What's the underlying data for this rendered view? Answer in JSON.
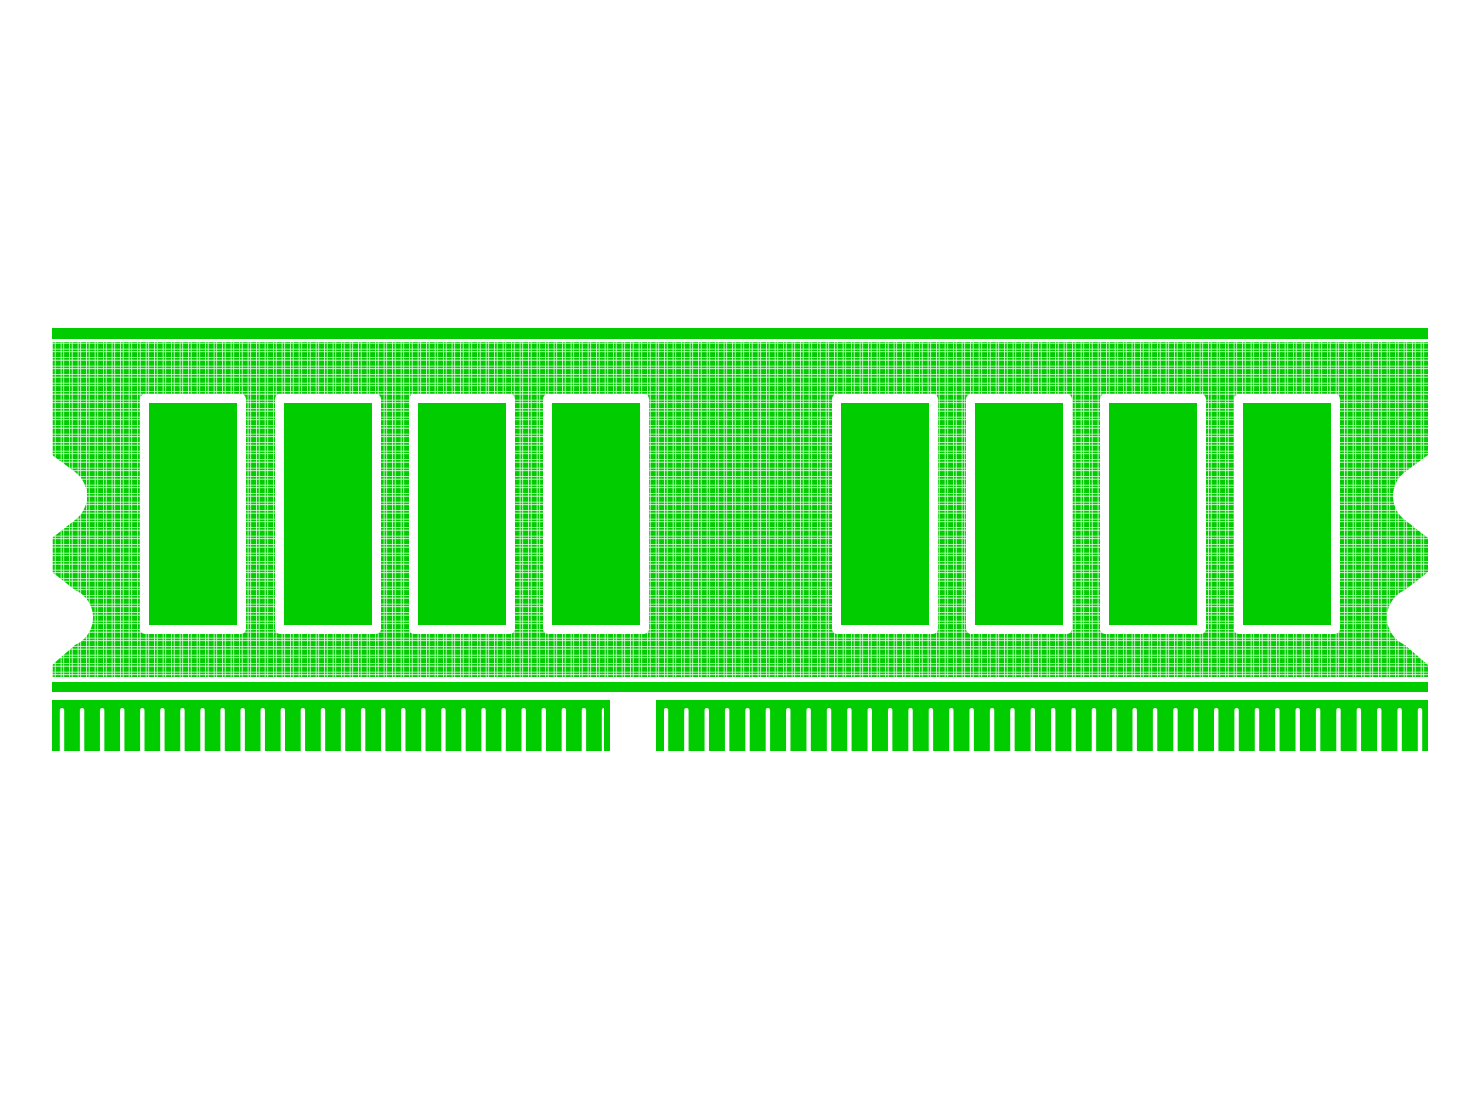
{
  "illustration": {
    "subject": "ram-module",
    "colors": {
      "background": "#ffffff",
      "board": "#00cc00",
      "grid_lines": "#ffffff",
      "chip_fill": "#00cc00",
      "chip_border": "#ffffff"
    },
    "chips": {
      "left_group_count": 4,
      "right_group_count": 4
    },
    "contact_pins": {
      "left_count": 28,
      "right_count": 38
    }
  }
}
